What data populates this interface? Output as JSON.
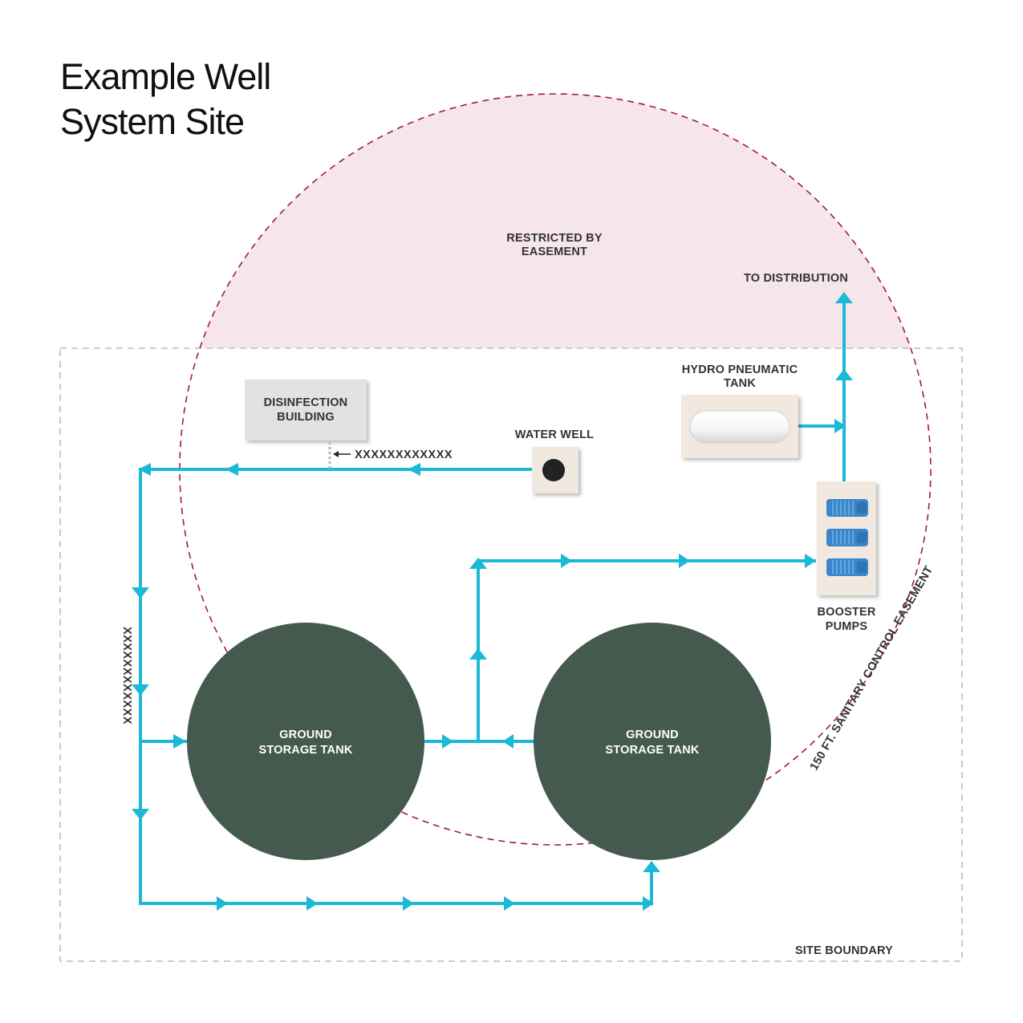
{
  "title": {
    "line1": "Example Well",
    "line2": "System Site"
  },
  "labels": {
    "restricted_1": "RESTRICTED BY",
    "restricted_2": "EASEMENT",
    "to_distribution": "TO DISTRIBUTION",
    "hydro_1": "HYDRO PNEUMATIC",
    "hydro_2": "TANK",
    "disinfection_1": "DISINFECTION",
    "disinfection_2": "BUILDING",
    "water_well": "WATER WELL",
    "pipe_marker": "XXXXXXXXXXXX",
    "vertical_marker": "XXXXXXXXXXXX",
    "booster_1": "BOOSTER",
    "booster_2": "PUMPS",
    "tank1_1": "GROUND",
    "tank1_2": "STORAGE TANK",
    "tank2_1": "GROUND",
    "tank2_2": "STORAGE TANK",
    "easement_arc": "150 FT. SANITARY CONTROL EASEMENT",
    "site_boundary": "SITE BOUNDARY"
  },
  "colors": {
    "pipe": "#1ab9d8",
    "tank": "#455a4f",
    "easement_line": "#a3174a",
    "easement_fill": "#f6e5ea",
    "boundary": "#bbbbbb",
    "pump": "#3a86c8",
    "pad": "#f1e8df",
    "building": "#e2e2e2"
  }
}
